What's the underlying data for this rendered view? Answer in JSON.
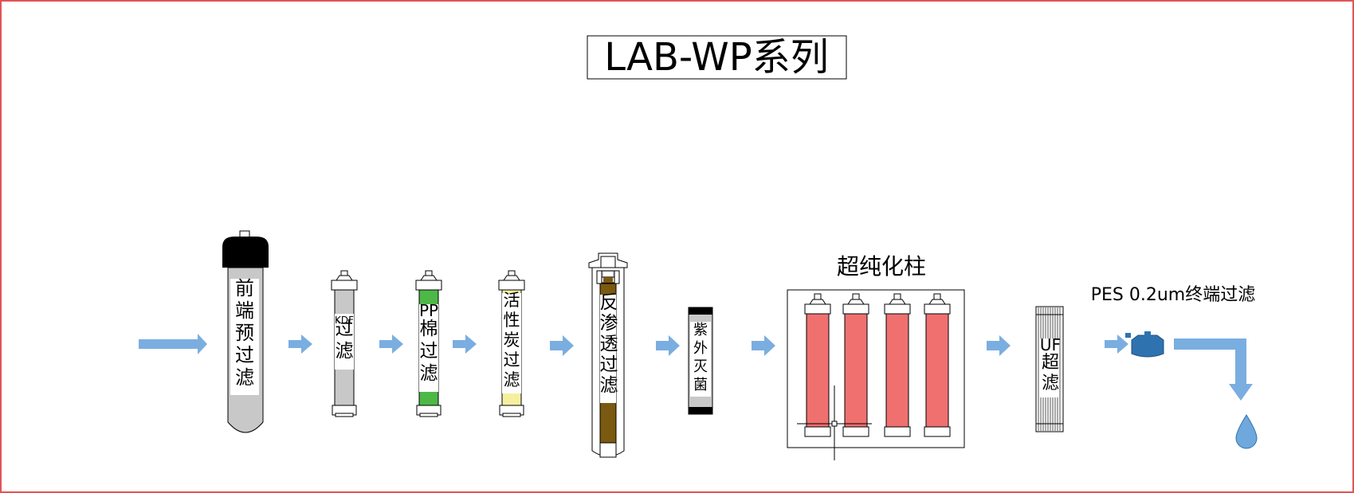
{
  "title": "LAB-WP系列",
  "colors": {
    "border": "#e05555",
    "arrow": "#7aaee0",
    "grey": "#c8c8c8",
    "green": "#4db848",
    "yellow": "#f4f0a0",
    "brown": "#7a5a10",
    "red": "#f07070",
    "black": "#000000",
    "blue": "#2f72b0",
    "drop": "#6fa8dc"
  },
  "stages": [
    {
      "id": "prefilter",
      "chars": [
        "前",
        "端",
        "预",
        "过",
        "滤"
      ]
    },
    {
      "id": "kdf",
      "prefix": "KDF",
      "chars": [
        "过",
        "滤"
      ]
    },
    {
      "id": "pp",
      "prefix": "PP",
      "chars": [
        "棉",
        "过",
        "滤"
      ]
    },
    {
      "id": "carbon",
      "chars": [
        "活",
        "性",
        "炭",
        "过",
        "滤"
      ]
    },
    {
      "id": "ro",
      "chars": [
        "反",
        "渗",
        "透",
        "过",
        "滤"
      ]
    },
    {
      "id": "uv",
      "chars": [
        "紫",
        "外",
        "灭",
        "菌"
      ]
    },
    {
      "id": "uf",
      "prefix": "UF",
      "chars": [
        "超",
        "滤"
      ]
    }
  ],
  "ultrapure_label": "超纯化柱",
  "pes_label": "PES 0.2um终端过滤"
}
